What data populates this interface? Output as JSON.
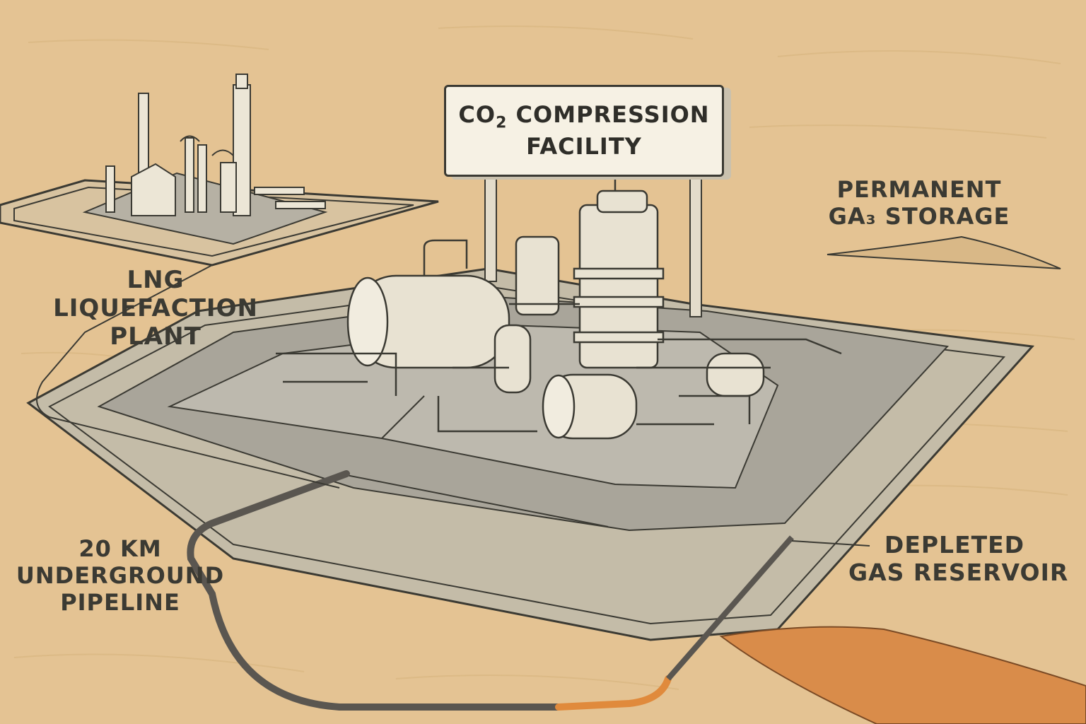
{
  "sign": {
    "line1_prefix": "CO",
    "line1_subscript": "2",
    "line1_suffix": " COMPRESSION",
    "line2": "FACILITY"
  },
  "labels": {
    "lng_plant": [
      "LNG",
      "LIQUEFACTION",
      "PLANT"
    ],
    "pipeline": [
      "20 KM",
      "UNDERGROUND",
      "PIPELINE"
    ],
    "storage": [
      "PERMANENT",
      "GA₃ STORAGE"
    ],
    "reservoir": [
      "DEPLETED",
      "GAS RESERVOIR"
    ]
  },
  "colors": {
    "desert": "#e4c393",
    "pad": "#a9a59a",
    "inner_pad": "#bdb9ae",
    "pipe": "#ece6d6",
    "outline": "#3b3a33",
    "reservoir": "#d98c4a",
    "pipeline_dark": "#5a5650",
    "pipeline_orange": "#e08a3c"
  }
}
